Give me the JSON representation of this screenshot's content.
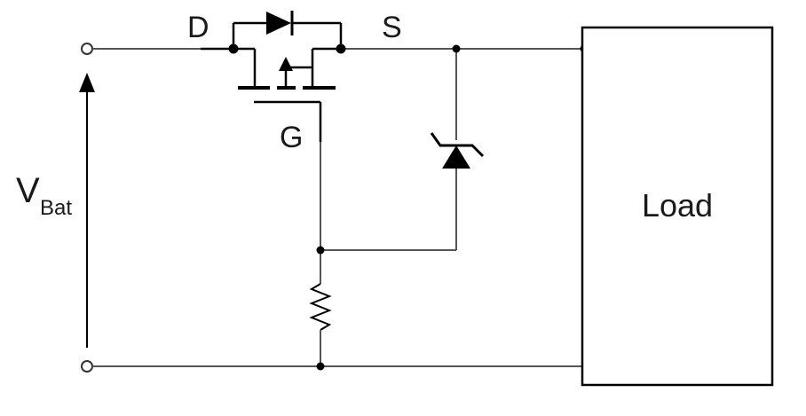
{
  "labels": {
    "drain": "D",
    "source": "S",
    "gate": "G",
    "voltage_main": "V",
    "voltage_sub": "Bat",
    "load": "Load"
  }
}
